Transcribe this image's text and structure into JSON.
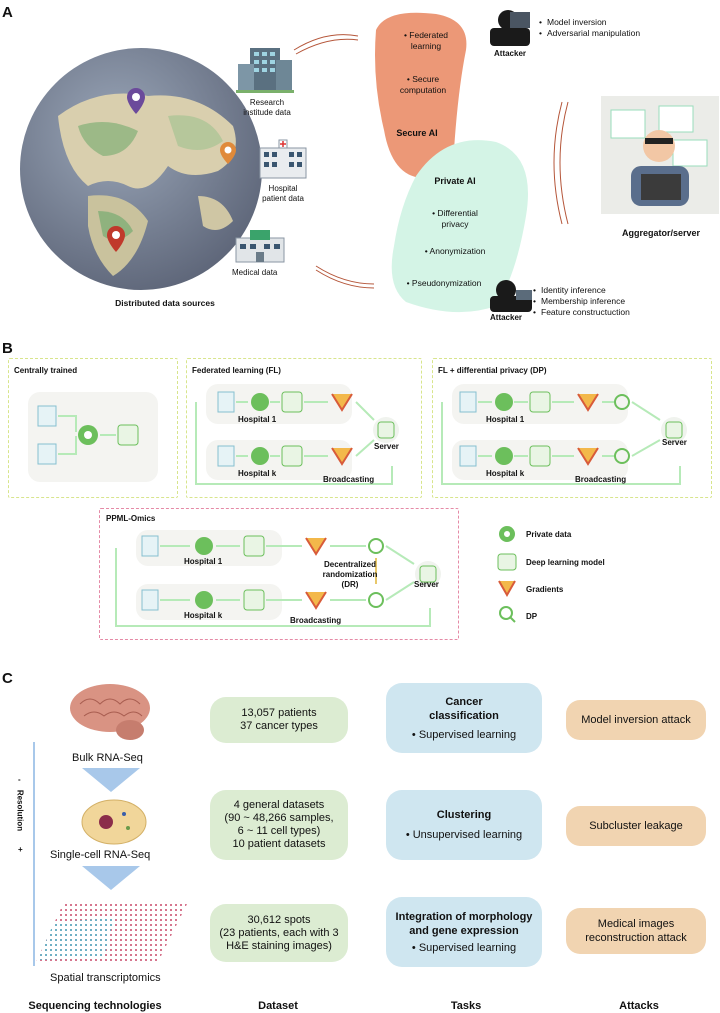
{
  "panel_a": {
    "letter": "A",
    "sources": {
      "research": "Research\ninstitude data",
      "hospital": "Hospital\npatient data",
      "medical": "Medical data",
      "caption": "Distributed data sources"
    },
    "secure_ai": {
      "items": [
        "Federated learning",
        "Secure computation"
      ],
      "title": "Secure AI"
    },
    "private_ai": {
      "title": "Private AI",
      "items": [
        "Differential privacy",
        "Anonymization",
        "Pseudonymization"
      ]
    },
    "attacker_top": {
      "label": "Attacker",
      "items": [
        "Model inversion",
        "Adversarial manipulation"
      ]
    },
    "attacker_bottom": {
      "label": "Attacker",
      "items": [
        "Identity inference",
        "Membership inference",
        "Feature constructuction"
      ]
    },
    "aggregator": "Aggregator/server"
  },
  "panel_b": {
    "letter": "B",
    "centrally": "Centrally trained",
    "fl": {
      "title": "Federated learning (FL)",
      "h1": "Hospital 1",
      "hk": "Hospital k",
      "server": "Server",
      "broadcast": "Broadcasting"
    },
    "fldp": {
      "title": "FL + differential privacy (DP)",
      "h1": "Hospital 1",
      "hk": "Hospital k",
      "server": "Server",
      "broadcast": "Broadcasting"
    },
    "ppml": {
      "title": "PPML-Omics",
      "h1": "Hospital 1",
      "hk": "Hospital k",
      "dr": "Decentralized\nrandomization\n(DR)",
      "server": "Server",
      "broadcast": "Broadcasting"
    },
    "legend": [
      "Private data",
      "Deep learning model",
      "Gradients",
      "DP"
    ]
  },
  "panel_c": {
    "letter": "C",
    "tech": [
      "Bulk RNA-Seq",
      "Single-cell RNA-Seq",
      "Spatial transcriptomics"
    ],
    "resolution": "Resolution",
    "minus": "-",
    "plus": "+",
    "datasets": [
      "13,057 patients\n37 cancer types",
      "4 general datasets\n(90 ~ 48,266 samples,\n6 ~ 11 cell types)\n10 patient datasets",
      "30,612 spots\n(23 patients, each with 3\nH&E staining images)"
    ],
    "tasks": [
      {
        "title": "Cancer\nclassification",
        "sub": "• Supervised learning"
      },
      {
        "title": "Clustering",
        "sub": "• Unsupervised learning"
      },
      {
        "title": "Integration of morphology\nand gene expression",
        "sub": "• Supervised learning"
      }
    ],
    "attacks": [
      "Model inversion attack",
      "Subcluster leakage",
      "Medical images\nreconstruction attack"
    ],
    "col_heads": [
      "Sequencing technologies",
      "Dataset",
      "Tasks",
      "Attacks"
    ]
  },
  "colors": {
    "green_box": "#dcecd2",
    "blue_box": "#cfe6f0",
    "orange_box": "#f1d4b1",
    "secure_ai": "#ec9877",
    "private_ai": "#d4f4e6",
    "flow": "#b6eab8"
  }
}
